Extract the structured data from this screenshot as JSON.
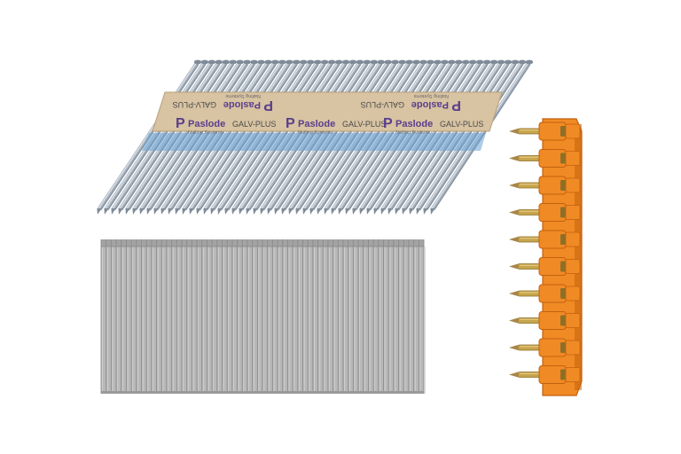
{
  "image": {
    "description_terms": [],
    "background_color": "#ffffff"
  },
  "paper_strip": {
    "brand": "Paslode",
    "product": "GALV-PLUS",
    "subtitle": "Nailing Systems",
    "strip_color": "#d8c3a2",
    "logo_color": "#5a3e8c"
  },
  "colors": {
    "nail_steel": "#a9b4bf",
    "nail_shadow": "#7f8b98",
    "nail_highlight": "#d9e0e6",
    "blue_band": "#6aa3d6",
    "brad_steel": "#b8b8b8",
    "brad_dark": "#8c8c8c",
    "pin_gold": "#c6a54e",
    "pin_gold_dark": "#8d6f27",
    "pin_tip": "#a8864b",
    "plastic_orange": "#f08a24",
    "plastic_orange_dark": "#c2620f"
  },
  "counts": {
    "framing_nails": 48,
    "brads": 64,
    "pins": 10
  }
}
